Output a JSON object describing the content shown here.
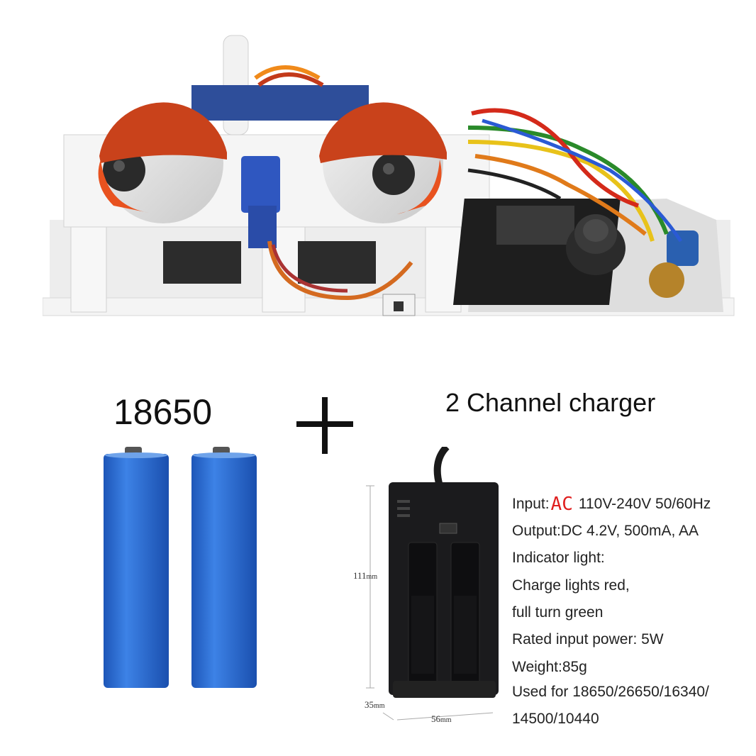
{
  "battery": {
    "label": "18650"
  },
  "charger": {
    "title": "2 Channel charger",
    "dimensions": {
      "height": "111",
      "depth": "35",
      "width": "56",
      "unit": "mm"
    },
    "specs": {
      "input_prefix": "Input:",
      "input_ac": "AC",
      "input_value": "110V-240V 50/60Hz",
      "output": "Output:DC  4.2V,  500mA, AA",
      "indicator": "Indicator light:",
      "charge_red": "Charge lights red,",
      "full_green": "full turn green",
      "rated_power": "Rated input power: 5W",
      "weight": "Weight:85g",
      "used_for_1": "Used for 18650/26650/16340/",
      "used_for_2": "14500/10440"
    }
  },
  "colors": {
    "battery_blue": "#2a6fd6",
    "eyelid_orange": "#f0592a",
    "ac_red": "#e02020",
    "charger_black": "#1b1b1d"
  }
}
